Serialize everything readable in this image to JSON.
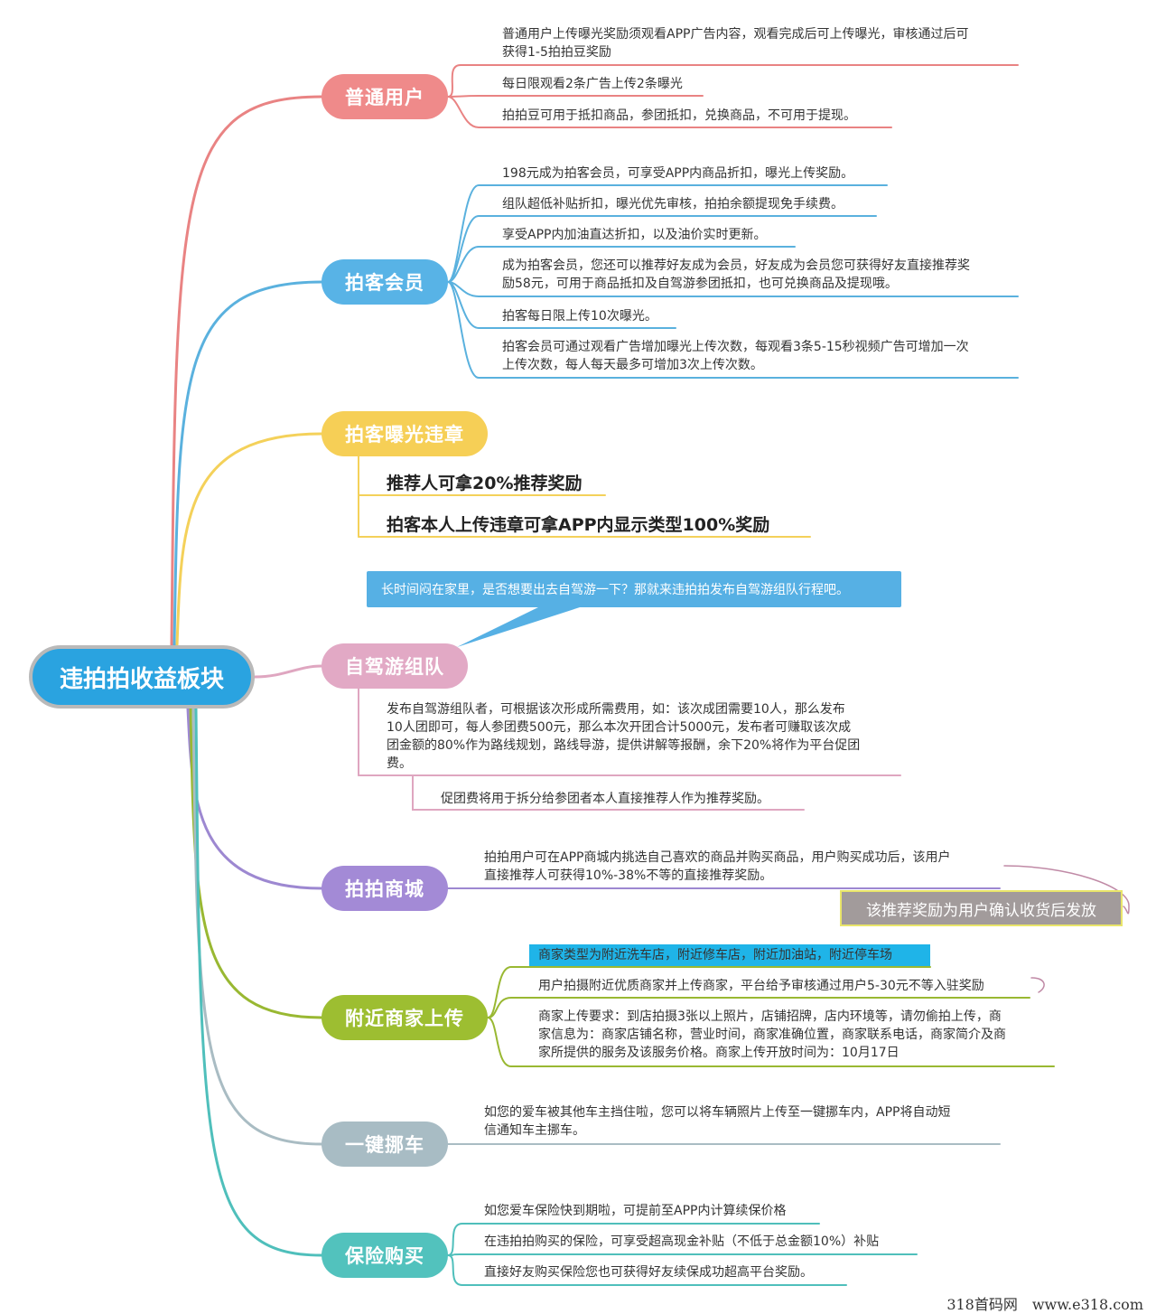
{
  "root": {
    "label": "违拍拍收益板块",
    "color": "#2aa3e0"
  },
  "branches": [
    {
      "id": "ordinary-user",
      "label": "普通用户",
      "color": "#ef8a8a",
      "line": "#e98383",
      "leaves": [
        "普通用户上传曝光奖励须观看APP广告内容，观看完成后可上传曝光，审核通过后可\n获得1-5拍拍豆奖励",
        "每日限观看2条广告上传2条曝光",
        "拍拍豆可用于抵扣商品，参团抵扣，兑换商品，不可用于提现。"
      ]
    },
    {
      "id": "member",
      "label": "拍客会员",
      "color": "#58b3e6",
      "line": "#5ab1de",
      "leaves": [
        "198元成为拍客会员，可享受APP内商品折扣，曝光上传奖励。",
        "组队超低补贴折扣，曝光优先审核，拍拍余额提现免手续费。",
        "享受APP内加油直达折扣，以及油价实时更新。",
        "成为拍客会员，您还可以推荐好友成为会员，好友成为会员您可获得好友直接推荐奖\n励58元，可用于商品抵扣及自驾游参团抵扣，也可兑换商品及提现哦。",
        "拍客每日限上传10次曝光。",
        "拍客会员可通过观看广告增加曝光上传次数，每观看3条5-15秒视频广告可增加一次\n上传次数，每人每天最多可增加3次上传次数。"
      ]
    },
    {
      "id": "violation",
      "label": "拍客曝光违章",
      "color": "#f6cf56",
      "line": "#f4d15a",
      "leaves": [
        "推荐人可拿20%推荐奖励",
        "拍客本人上传违章可拿APP内显示类型100%奖励"
      ]
    },
    {
      "id": "roadtrip",
      "label": "自驾游组队",
      "color": "#e2a9c5",
      "line": "#dfa6c0",
      "callout": "长时间闷在家里，是否想要出去自驾游一下？那就来违拍拍发布自驾游组队行程吧。",
      "leaves": [
        "发布自驾游组队者，可根据该次形成所需费用，如：该次成团需要10人，那么发布\n10人团即可，每人参团费500元，那么本次开团合计5000元，发布者可赚取该次成\n团金额的80%作为路线规划，路线导游，提供讲解等报酬，余下20%将作为平台促团\n费。",
        "促团费将用于拆分给参团者本人直接推荐人作为推荐奖励。"
      ]
    },
    {
      "id": "mall",
      "label": "拍拍商城",
      "color": "#a38ad6",
      "line": "#9d88d1",
      "note": "该推荐奖励为用户确认收货后发放",
      "leaves": [
        "拍拍用户可在APP商城内挑选自己喜欢的商品并购买商品，用户购买成功后，该用户\n直接推荐人可获得10%-38%不等的直接推荐奖励。"
      ]
    },
    {
      "id": "merchant",
      "label": "附近商家上传",
      "color": "#9dbe31",
      "line": "#99b832",
      "leaves": [
        "商家类型为附近洗车店，附近修车店，附近加油站，附近停车场",
        "用户拍摄附近优质商家并上传商家，平台给予审核通过用户5-30元不等入驻奖励",
        "商家上传要求：到店拍摄3张以上照片，店铺招牌，店内环境等，请勿偷拍上传，商\n家信息为：商家店铺名称，营业时间，商家准确位置，商家联系电话，商家简介及商\n家所提供的服务及该服务价格。商家上传开放时间为：10月17日"
      ]
    },
    {
      "id": "move-car",
      "label": "一键挪车",
      "color": "#a8bcc4",
      "line": "#a9bcc3",
      "leaves": [
        "如您的爱车被其他车主挡住啦，您可以将车辆照片上传至一键挪车内，APP将自动短\n信通知车主挪车。"
      ]
    },
    {
      "id": "insurance",
      "label": "保险购买",
      "color": "#52c2bd",
      "line": "#4fbfbb",
      "leaves": [
        "如您爱车保险快到期啦，可提前至APP内计算续保价格",
        "在违拍拍购买的保险，可享受超高现金补贴（不低于总金额10%）补贴",
        "直接好友购买保险您也可获得好友续保成功超高平台奖励。"
      ]
    }
  ],
  "highlight_color": "#1fb4e8",
  "watermark": "318首码网　www.e318.com"
}
